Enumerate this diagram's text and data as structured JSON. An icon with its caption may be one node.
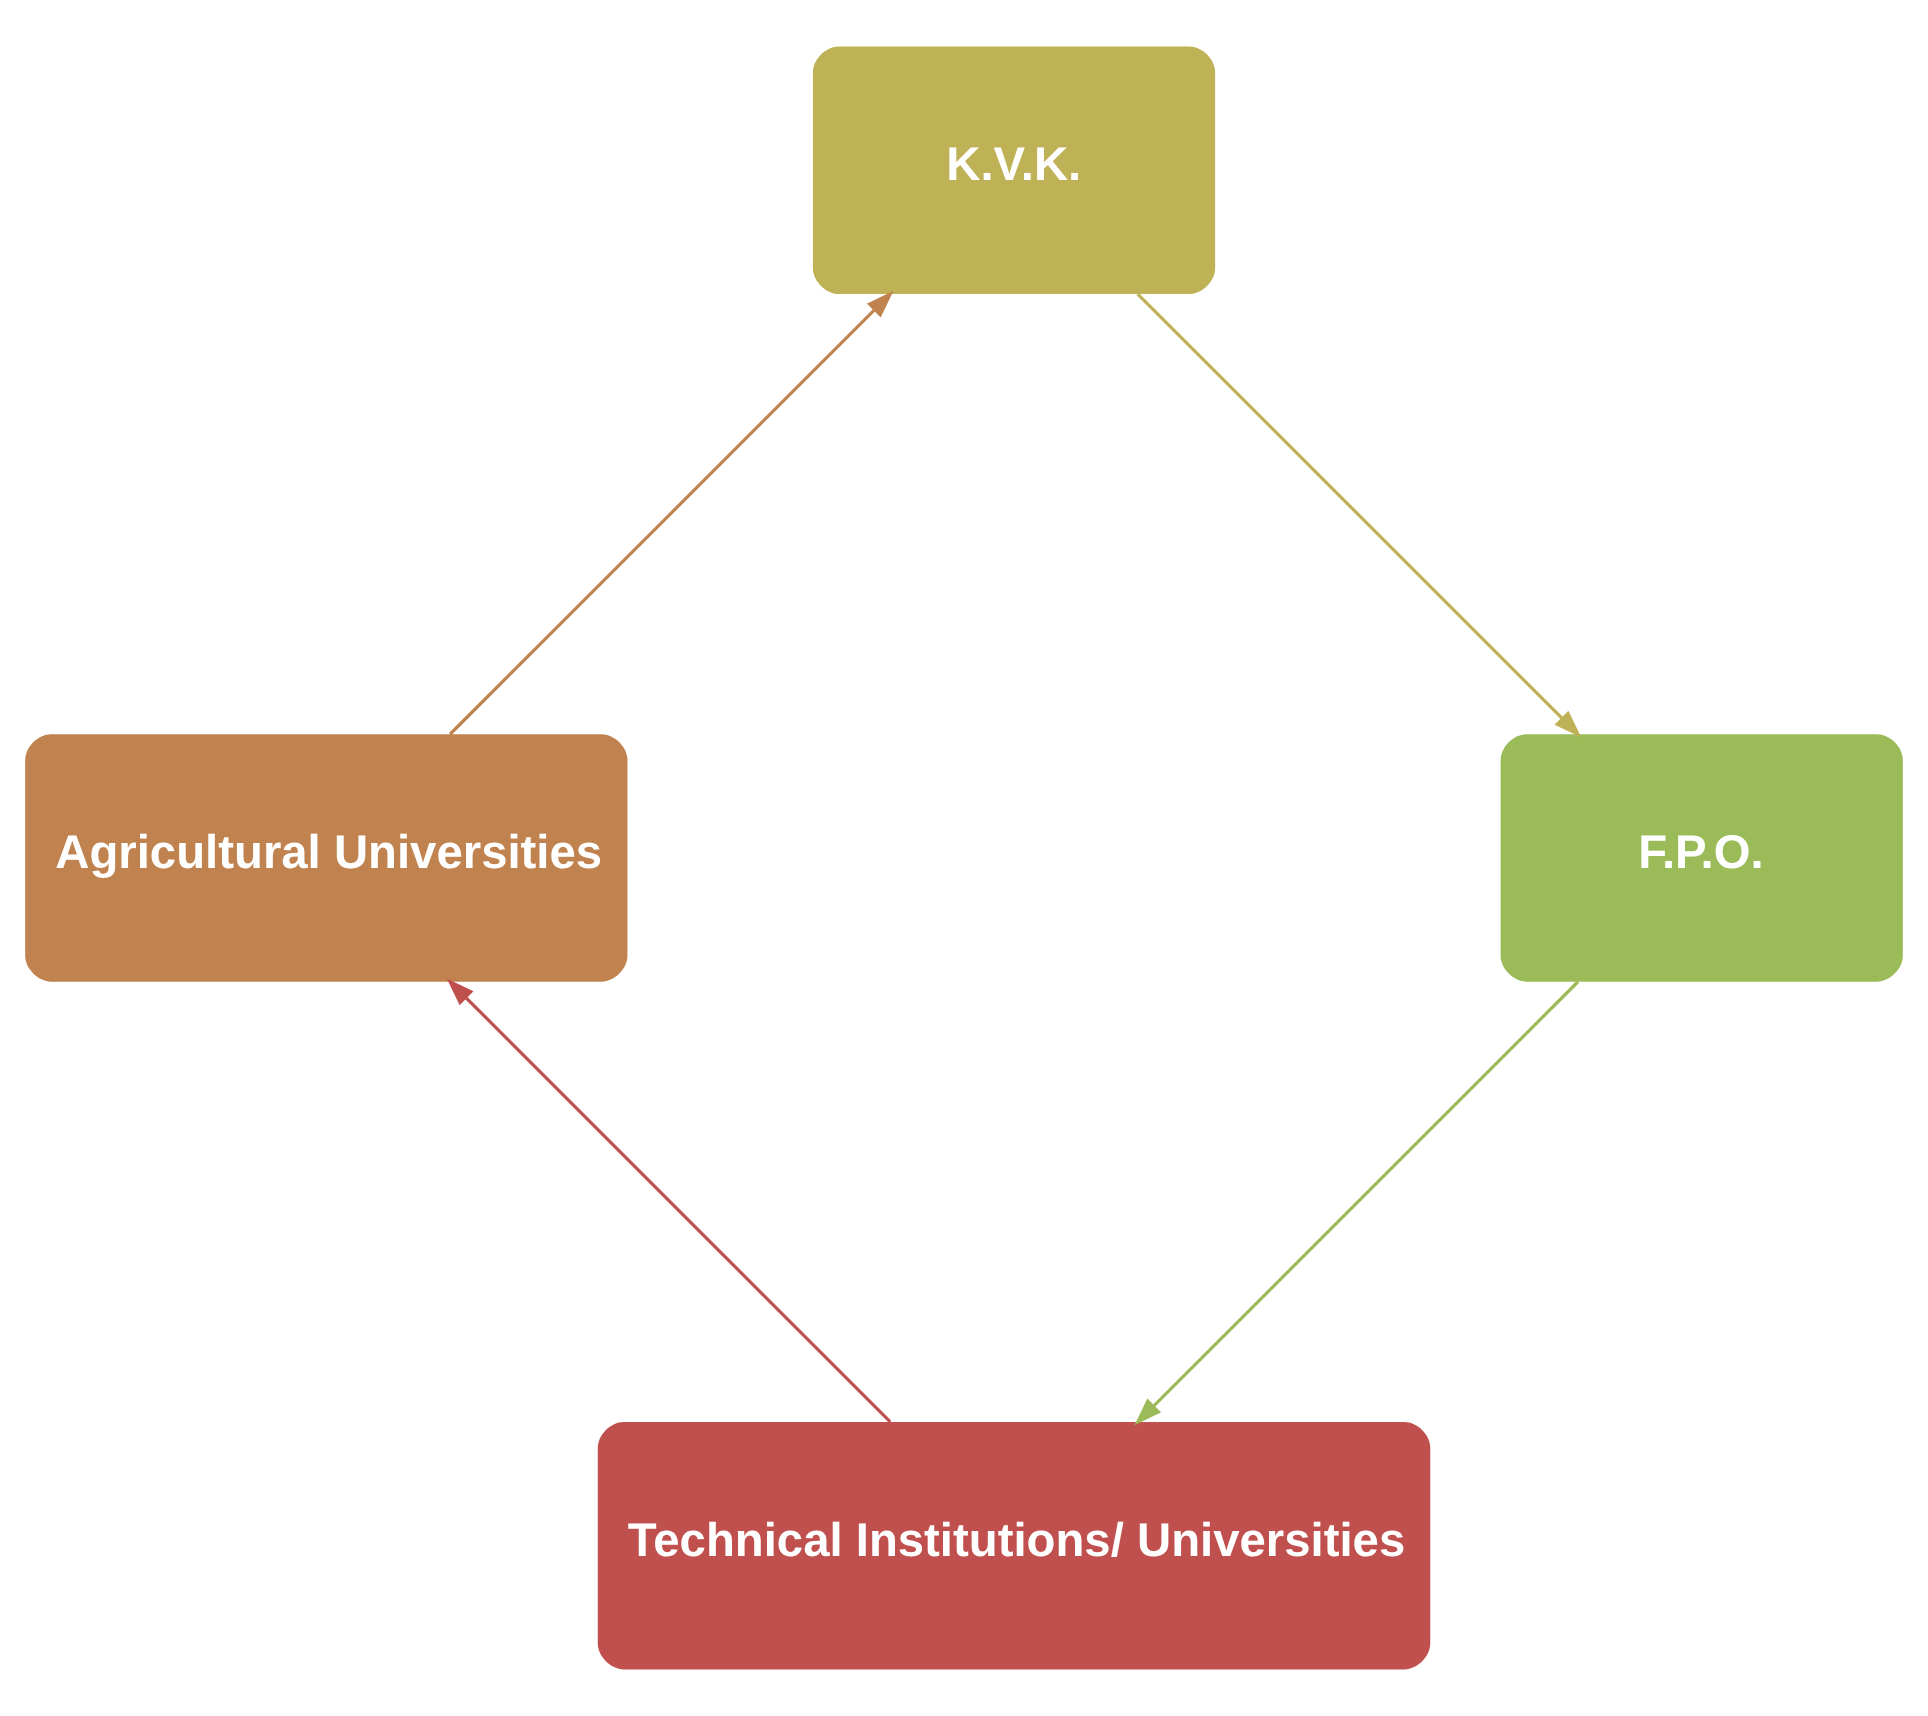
{
  "diagram": {
    "nodes": [
      {
        "text": [
          "Technical Institutions/ Universities"
        ]
      },
      {
        "text": [
          "Agricultural Universities"
        ]
      },
      {
        "text": [
          "K.V.K."
        ]
      },
      {
        "text": [
          "F.P.O."
        ]
      }
    ],
    "edges": [
      {
        "from": 0,
        "to": 1,
        "arrow": "to",
        "color": "#c0504d"
      },
      {
        "from": 1,
        "to": 2,
        "arrow": "to",
        "color": "#c0834f"
      },
      {
        "from": 2,
        "to": 3,
        "arrow": "to",
        "color": "#bfb156"
      },
      {
        "from": 3,
        "to": 0,
        "arrow": "to",
        "color": "#9bbb59"
      }
    ]
  }
}
